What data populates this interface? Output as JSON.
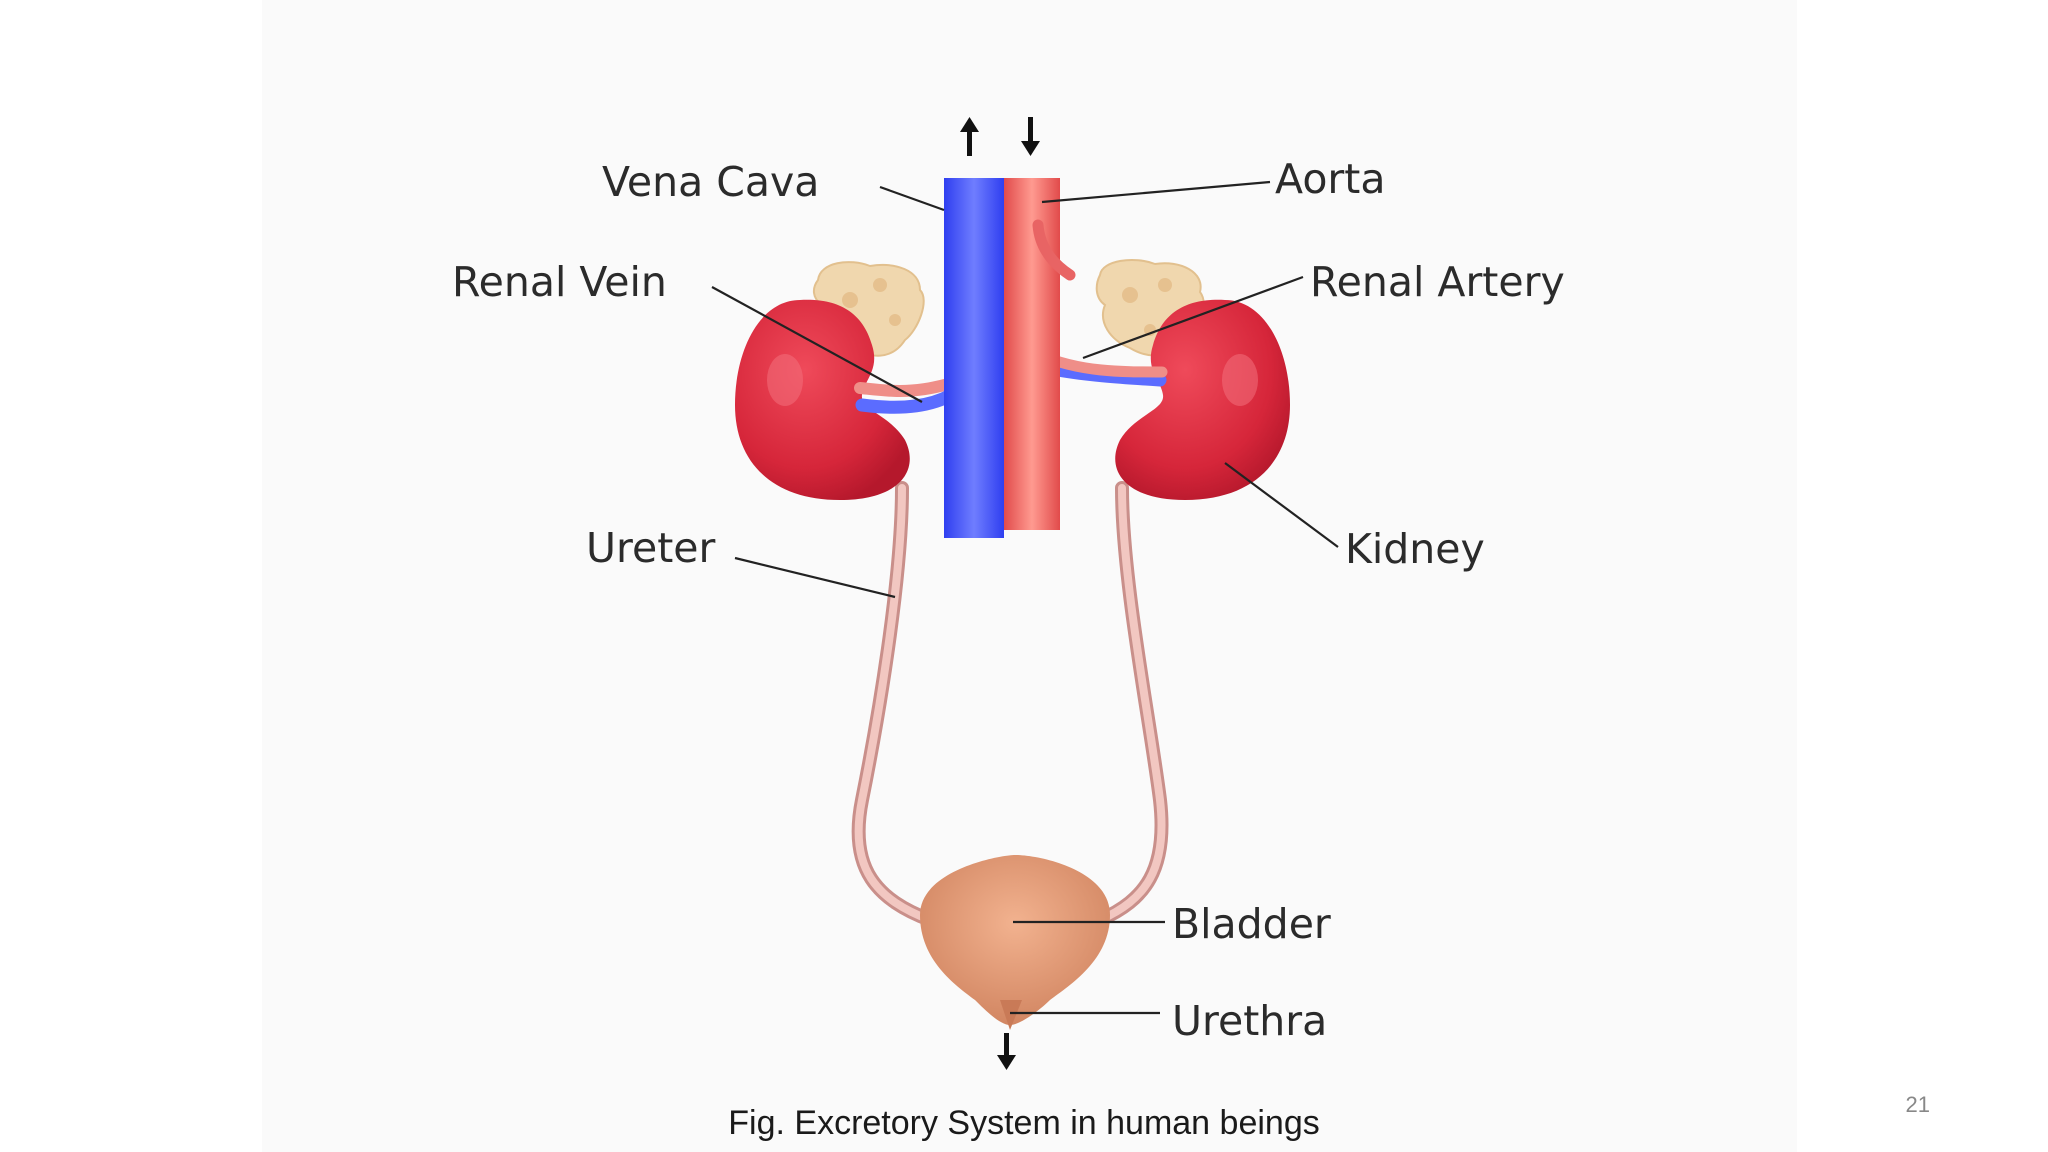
{
  "diagram": {
    "labels": {
      "vena_cava": "Vena Cava",
      "aorta": "Aorta",
      "renal_vein": "Renal Vein",
      "renal_artery": "Renal Artery",
      "ureter": "Ureter",
      "kidney": "Kidney",
      "bladder": "Bladder",
      "urethra": "Urethra"
    },
    "colors": {
      "vein": "#4a5cff",
      "artery": "#ef6f6f",
      "kidney": "#d6263a",
      "ureter": "#e9b6b0",
      "bladder": "#dc9572",
      "adrenal": "#f0d7ae"
    }
  },
  "caption": "Fig. Excretory System in human beings",
  "page_number": "21"
}
